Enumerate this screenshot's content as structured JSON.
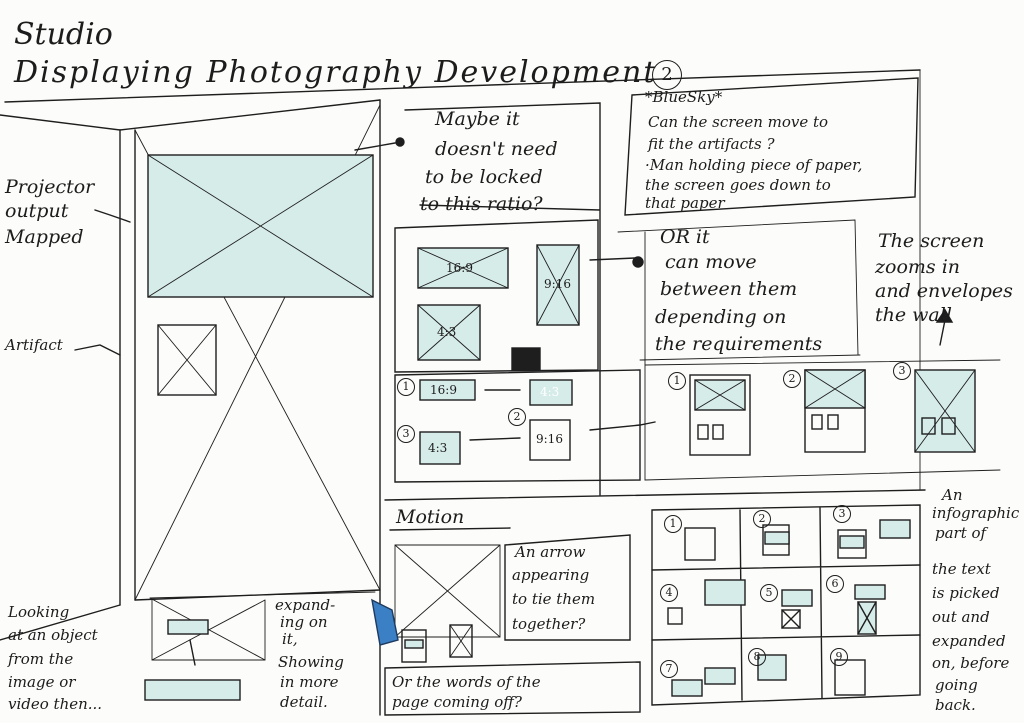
{
  "header": {
    "studio": "Studio",
    "title": "Displaying Photography Development",
    "page_number": "2"
  },
  "wall": {
    "projector_label": [
      "Projector",
      "output",
      "Mapped"
    ],
    "artifact_label": "Artifact"
  },
  "notes": {
    "maybe": [
      "Maybe it",
      "doesn't need",
      "to be locked",
      "to this ratio?"
    ],
    "blue_sky_heading": "*BlueSky*",
    "blue_sky": [
      "Can the screen move to",
      "fit the artifacts ?",
      "·Man holding piece of paper,",
      "the screen goes down to",
      "that paper"
    ],
    "or_it": [
      "OR it",
      "can move",
      "between them",
      "depending on",
      "the requirements"
    ],
    "zooms": [
      "The screen",
      "zooms in",
      "and envelopes",
      "the wall"
    ],
    "arrow": [
      "An arrow",
      "appearing",
      "to tie them",
      "together?"
    ],
    "words": [
      "Or the words of the",
      "page coming off?"
    ],
    "infographic": [
      "An",
      "infographic",
      "part of",
      "the text",
      "is picked",
      "out and",
      "expanded",
      "on, before",
      "going",
      "back."
    ],
    "looking": [
      "Looking",
      "at an object",
      "from the",
      "image or",
      "video then..."
    ],
    "expanding": [
      "expand-",
      "ing on",
      "it,",
      "Showing",
      "in more",
      "detail."
    ],
    "motion": "Motion"
  },
  "ratios": {
    "r169": "16:9",
    "r916": "9:16",
    "r43": "4:3"
  },
  "sequence": {
    "steps": [
      "1",
      "2",
      "3"
    ],
    "boxes": [
      "16:9",
      "4:3",
      "4:3",
      "9:16"
    ]
  },
  "screen_steps": [
    "1",
    "2",
    "3"
  ],
  "grid_steps": [
    "1",
    "2",
    "3",
    "4",
    "5",
    "6",
    "7",
    "8",
    "9"
  ],
  "colors": {
    "ink": "#1e1e1e",
    "highlight": "#d6ece9",
    "marker_blue": "#3b7fc4"
  }
}
